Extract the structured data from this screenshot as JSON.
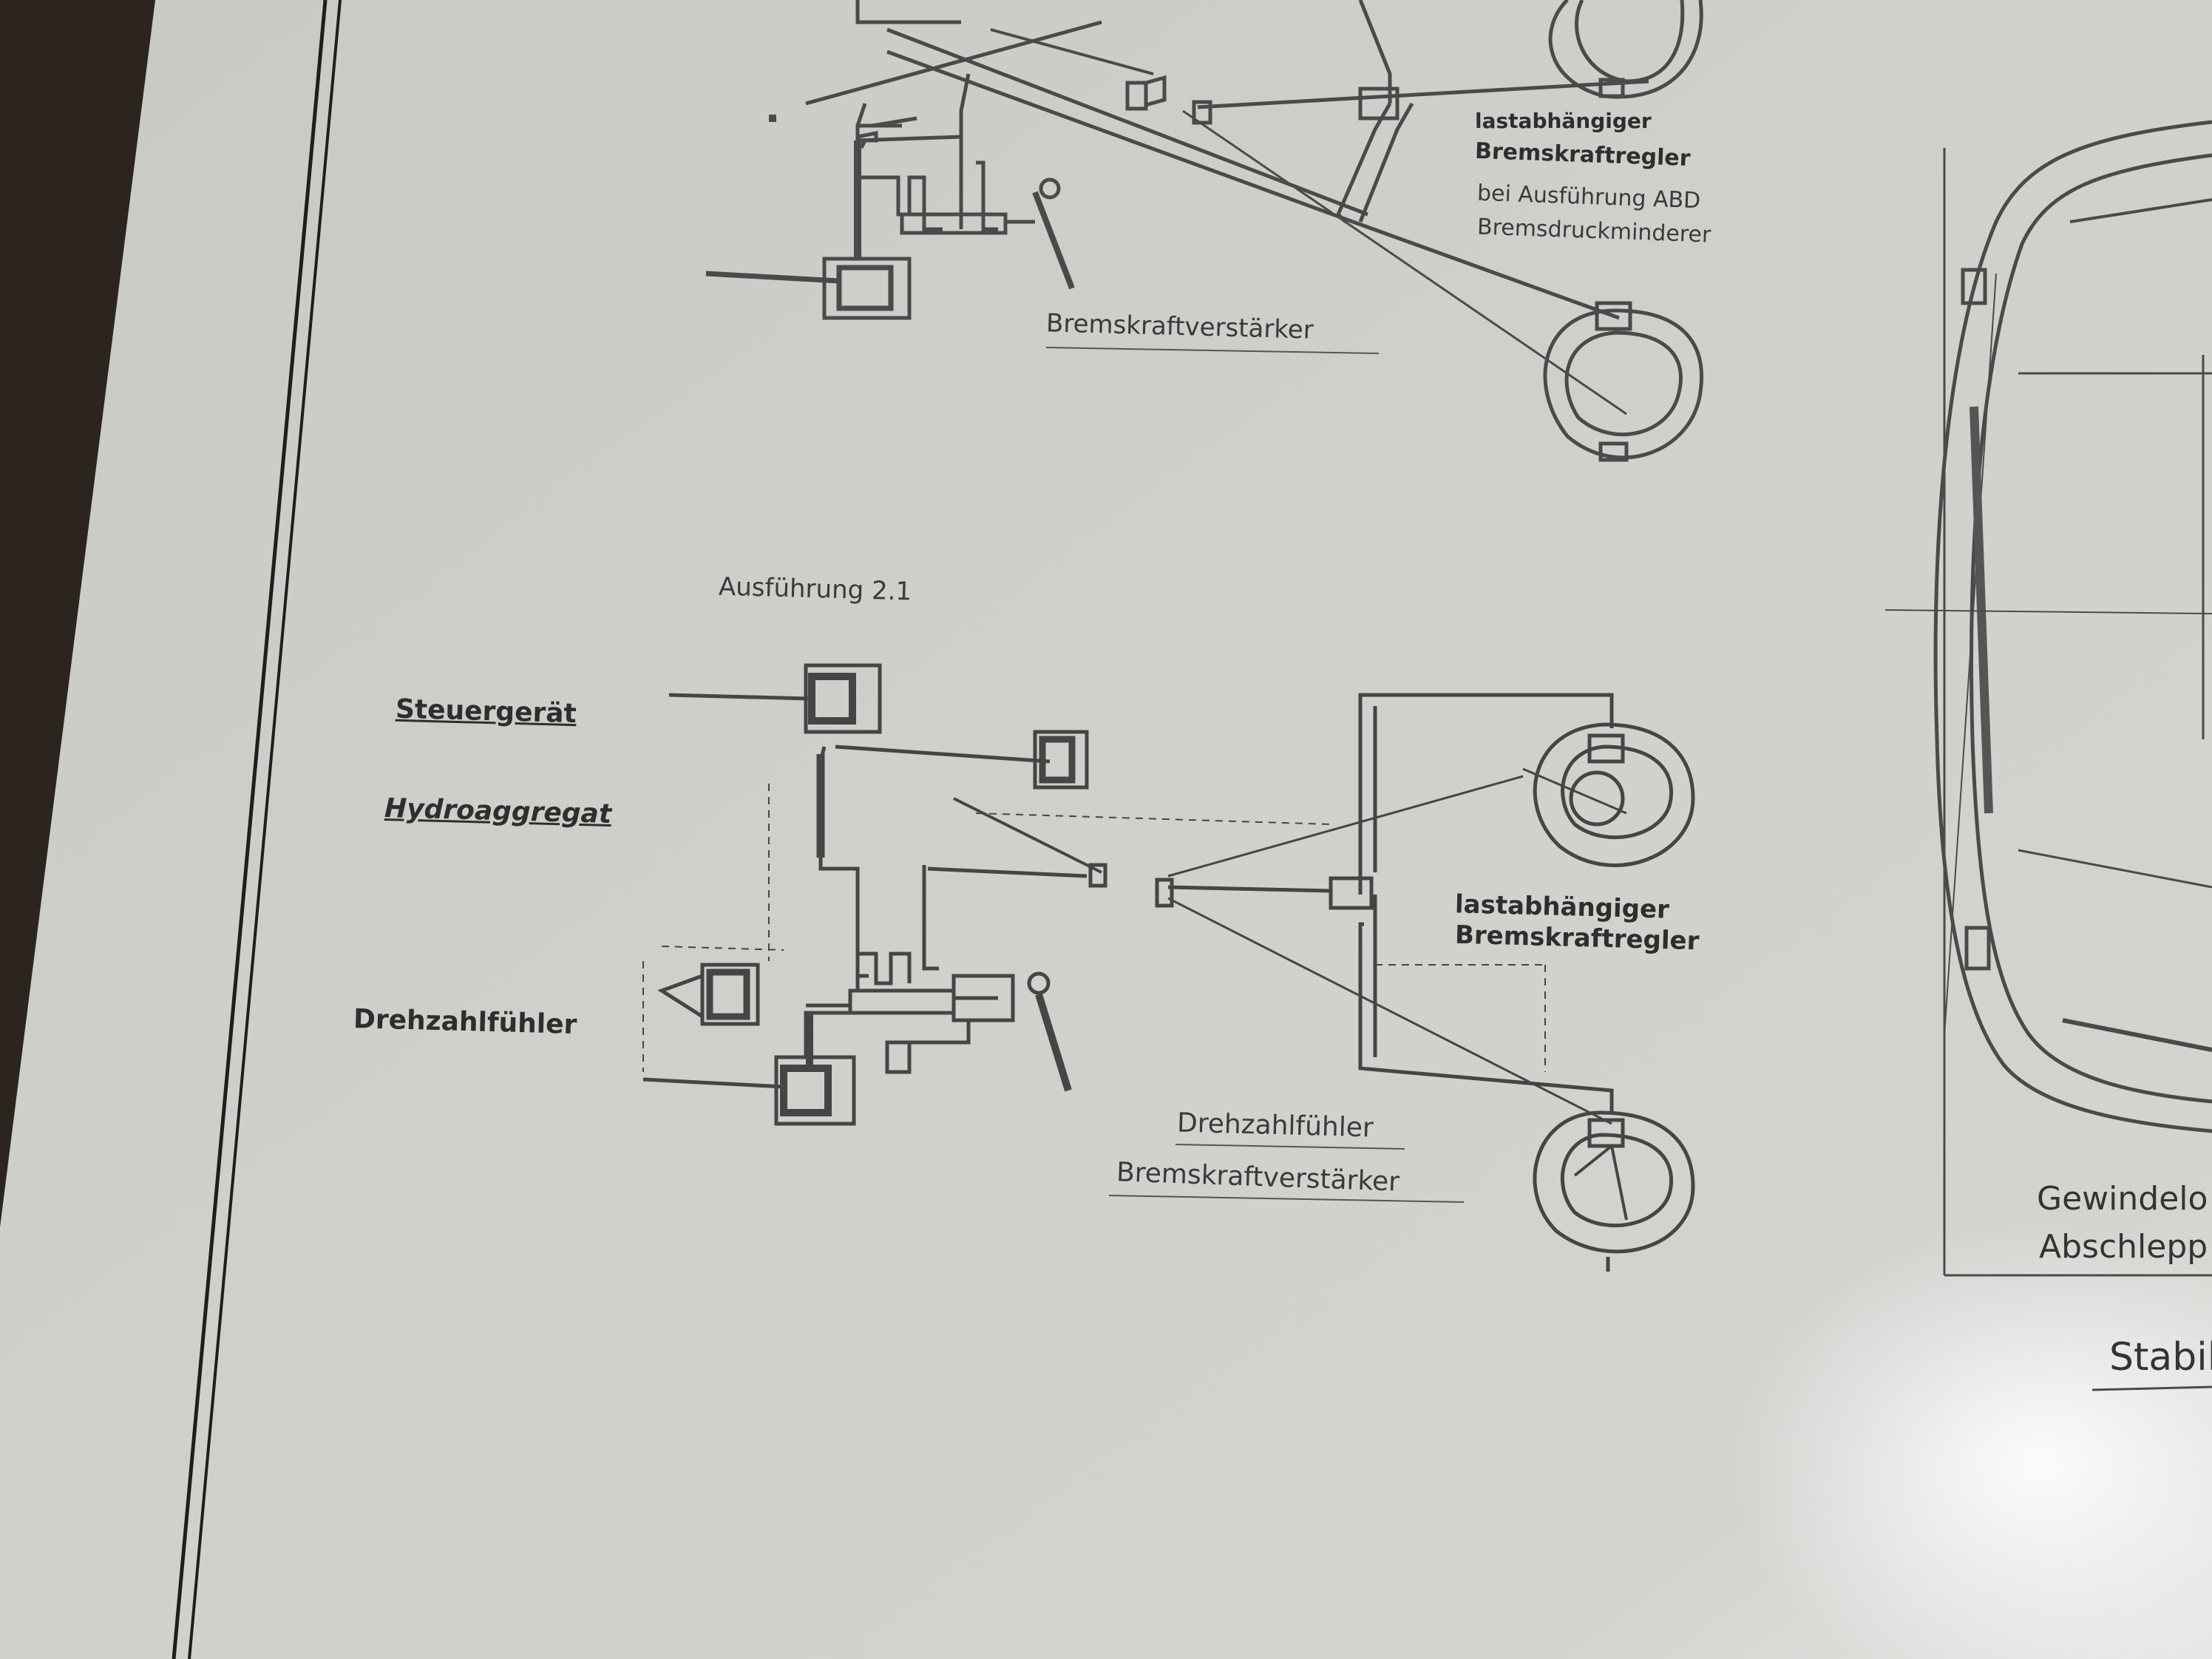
{
  "top_diagram": {
    "load_regulator": {
      "line1": "lastabhängiger",
      "line2": "Bremskraftregler"
    },
    "abs_variant": {
      "line1": "bei Ausführung ABD",
      "line2": "Bremsdruckminderer"
    },
    "booster": "Bremskraftverstärker"
  },
  "bottom_diagram": {
    "title": "Ausführung 2.1",
    "control_unit": "Steuergerät",
    "hydraulic_unit": "Hydroaggregat",
    "speed_sensor_left": "Drehzahlfühler",
    "load_regulator": {
      "line1": "lastabhängiger",
      "line2": "Bremskraftregler"
    },
    "speed_sensor_right": "Drehzahlfühler",
    "booster": "Bremskraftverstärker"
  },
  "side_panel": {
    "caption_line1": "Gewindelo",
    "caption_line2": "Abschlepp",
    "heading": "Stabil"
  }
}
